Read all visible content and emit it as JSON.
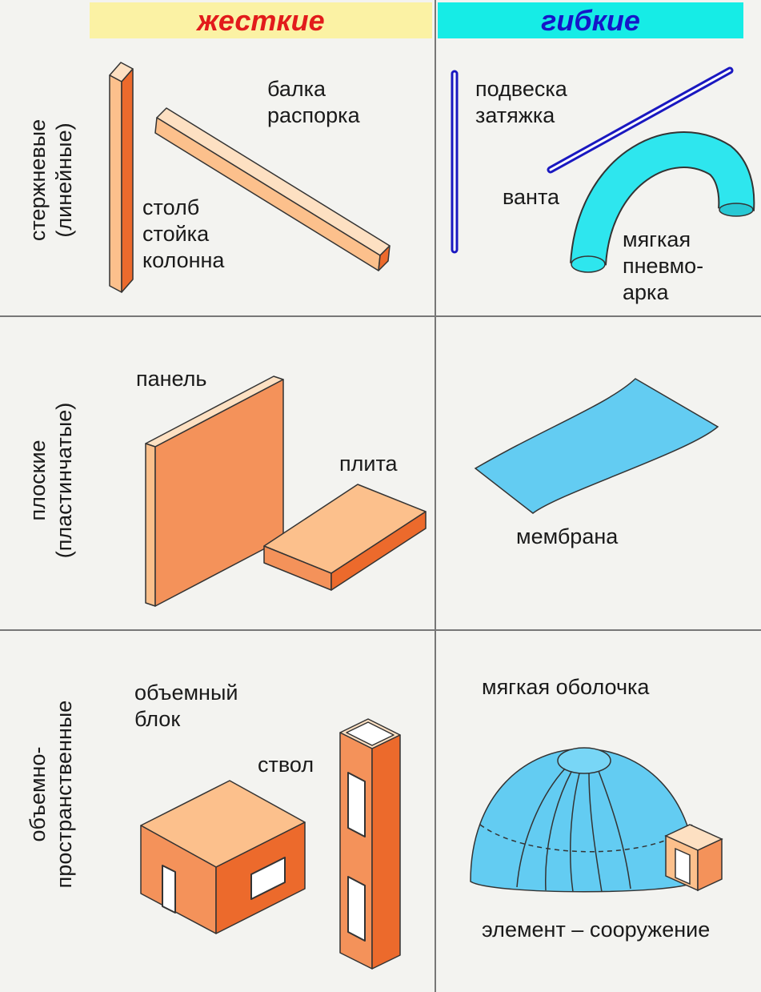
{
  "headers": {
    "rigid": "жесткие",
    "flexible": "гибкие"
  },
  "rows": {
    "rod": "стержневые\n(линейные)",
    "flat": "плоские\n(пластинчатые)",
    "volume": "объемно-\nпространственные"
  },
  "labels": {
    "beam": "балка\nраспорка",
    "column": "столб\nстойка\nколонна",
    "hanger": "подвеска\nзатяжка",
    "stay": "ванта",
    "pneumo_arch": "мягкая\nпневмо-\nарка",
    "panel": "панель",
    "slab": "плита",
    "membrane": "мембрана",
    "block": "объемный\nблок",
    "shaft": "ствол",
    "soft_shell": "мягкая оболочка",
    "element_structure": "элемент – сооружение"
  },
  "colors": {
    "rigid_header_bg": "#fbf2a4",
    "rigid_header_text": "#e21b1b",
    "flex_header_bg": "#16ece6",
    "flex_header_text": "#1616c8",
    "dark_orange": "#ec6a2c",
    "orange": "#f4925a",
    "light_orange": "#fcc08c",
    "cyan": "#2ee6ee",
    "light_blue": "#63ccf2",
    "navy": "#1a18c0"
  }
}
